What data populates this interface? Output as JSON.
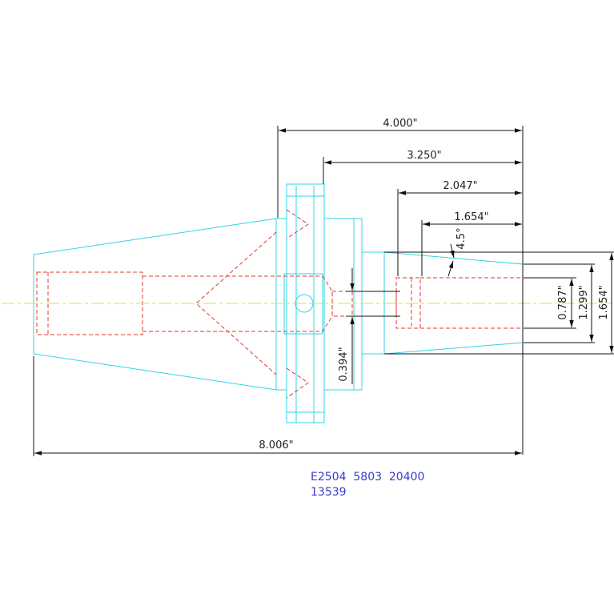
{
  "dimensions": {
    "d_4000": "4.000\"",
    "d_3250": "3.250\"",
    "d_2047": "2.047\"",
    "d_1654_top": "1.654\"",
    "d_8006": "8.006\"",
    "angle_45": "4.5°",
    "d_0394": "0.394\"",
    "d_0787": "0.787\"",
    "d_1299": "1.299\"",
    "d_1654_right": "1.654\""
  },
  "part_info": {
    "line1": "E2504  5803  20400",
    "line2": "13539"
  },
  "colors": {
    "outline": "#2fd4e6",
    "hidden": "#e23a2a",
    "centerline": "#e6e02a",
    "dimension": "#111111",
    "part_text": "#3a3acc"
  }
}
